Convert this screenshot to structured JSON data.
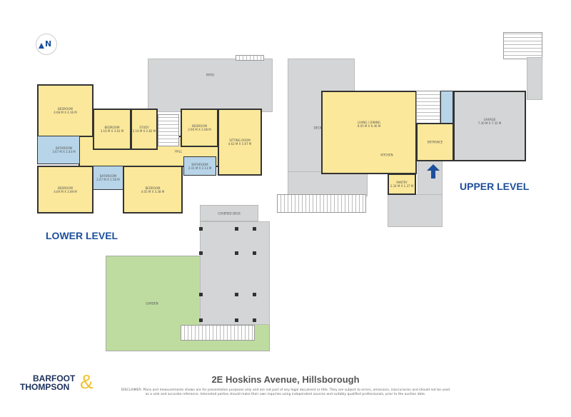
{
  "compass": {
    "label": "N"
  },
  "lower": {
    "title": "LOWER LEVEL",
    "patio": "PATIO",
    "covered_deck": "COVERED DECK",
    "garden": "GARDEN",
    "hall": "HALL",
    "rooms": [
      {
        "name": "BEDROOM",
        "size": "4.68 M X 4.36 M"
      },
      {
        "name": "BEDROOM",
        "size": "3.16 M X 3.62 M"
      },
      {
        "name": "STUDY",
        "size": "2.16 M X 2.82 M"
      },
      {
        "name": "BEDROOM",
        "size": "2.90 M X 3.08 M"
      },
      {
        "name": "SITTING ROOM",
        "size": "4.62 M X 5.67 M"
      },
      {
        "name": "BATHROOM",
        "size": "3.67 M X 2.43 M"
      },
      {
        "name": "BATHROOM",
        "size": "2.47 M X 1.58 M"
      },
      {
        "name": "BATHROOM",
        "size": "2.41 M X 2.13 M"
      },
      {
        "name": "BEDROOM",
        "size": "4.69 M X 3.89 M"
      },
      {
        "name": "BEDROOM",
        "size": "4.05 M X 3.38 M"
      }
    ]
  },
  "upper": {
    "title": "UPPER LEVEL",
    "deck": "DECK",
    "kitchen": "KITCHEN",
    "entrance": "ENTRANCE",
    "rooms": [
      {
        "name": "LIVING / DINING",
        "size": "8.05 M X 6.46 M"
      },
      {
        "name": "PANTRY",
        "size": "2.34 M X 1.37 M"
      },
      {
        "name": "GARAGE",
        "size": "7.30 M X 7.32 M"
      }
    ]
  },
  "colors": {
    "accent": "#1d4f9c",
    "room": "#fbe89a",
    "bathroom": "#b7d4e8",
    "outdoor": "#d4d5d6",
    "garden": "#bedc9f",
    "logo_amp": "#f2c230"
  },
  "footer": {
    "logo_line1": "BARFOOT",
    "logo_line2": "THOMPSON",
    "logo_amp": "&",
    "address": "2E Hoskins Avenue, Hillsborough",
    "disclaimer_1": "DISCLAIMER: Plans and measurements shown are for presentation purposes only and are not part of any legal document or title. They are subject to errors, omissions, inaccuracies and should not be used",
    "disclaimer_2": "as a sole and accurate reference. Interested parties should make their own inquiries using independent sources and suitably qualified professionals, prior to the auction date."
  }
}
